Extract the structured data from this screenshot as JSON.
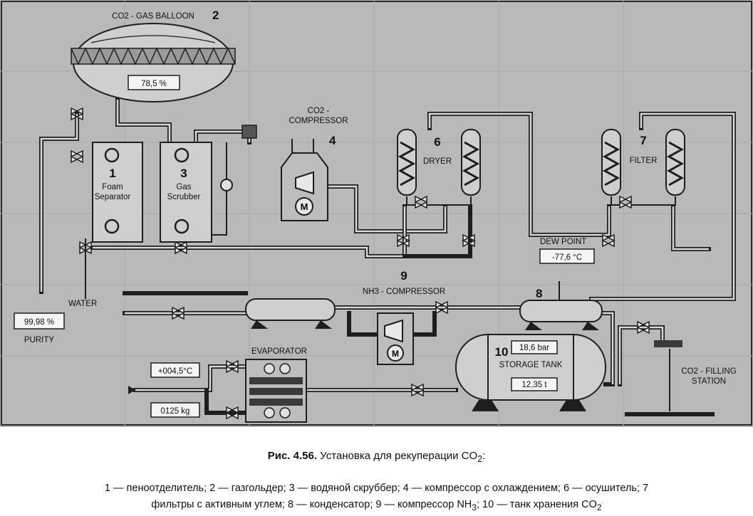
{
  "figure": {
    "caption_prefix": "Рис. 4.56.",
    "caption_text": "Установка для рекуперации CO",
    "caption_sub": "2",
    "caption_suffix": ":",
    "legend_line1": "1 — пеноотделитель; 2 — газгольдер; 3 — водяной скруббер; 4 — компрессор с охлаждением; 6 — осушитель; 7",
    "legend_line2_a": "фильтры с активным углем; 8 — конденсатор; 9 — компрессор NH",
    "legend_line2_sub1": "3",
    "legend_line2_b": "; 10 — танк хранения CO",
    "legend_line2_sub2": "2"
  },
  "diagram": {
    "balloon": {
      "label": "CO2 - GAS BALLOON",
      "number": "2",
      "readout": "78,5 %"
    },
    "foam_separator": {
      "number": "1",
      "line1": "Foam",
      "line2": "Separator"
    },
    "gas_scrubber": {
      "number": "3",
      "line1": "Gas",
      "line2": "Scrubber"
    },
    "co2_compressor": {
      "line1": "CO2 -",
      "line2": "COMPRESSOR",
      "number": "4",
      "motor": "M"
    },
    "dryer": {
      "number": "6",
      "label": "DRYER"
    },
    "filter": {
      "number": "7",
      "label": "FILTER"
    },
    "dew_point": {
      "label": "DEW POINT",
      "readout": "-77,6 °C"
    },
    "nh3_compressor": {
      "number": "9",
      "label": "NH3 - COMPRESSOR",
      "motor": "M"
    },
    "condenser": {
      "number": "8"
    },
    "water": {
      "label": "WATER"
    },
    "purity": {
      "readout": "99,98 %",
      "label": "PURITY"
    },
    "evaporator": {
      "label": "EVAPORATOR",
      "temperature": "+004,5°C",
      "mass": "0125 kg"
    },
    "storage_tank": {
      "number": "10",
      "pressure": "18,6 bar",
      "label": "STORAGE TANK",
      "mass": "12,35 t"
    },
    "filling_station": {
      "line1": "CO2 - FILLING",
      "line2": "STATION"
    }
  },
  "colors": {
    "background": "#b9b9b9",
    "frame": "#1e1e1e",
    "vessel": "#cfcfcf"
  }
}
